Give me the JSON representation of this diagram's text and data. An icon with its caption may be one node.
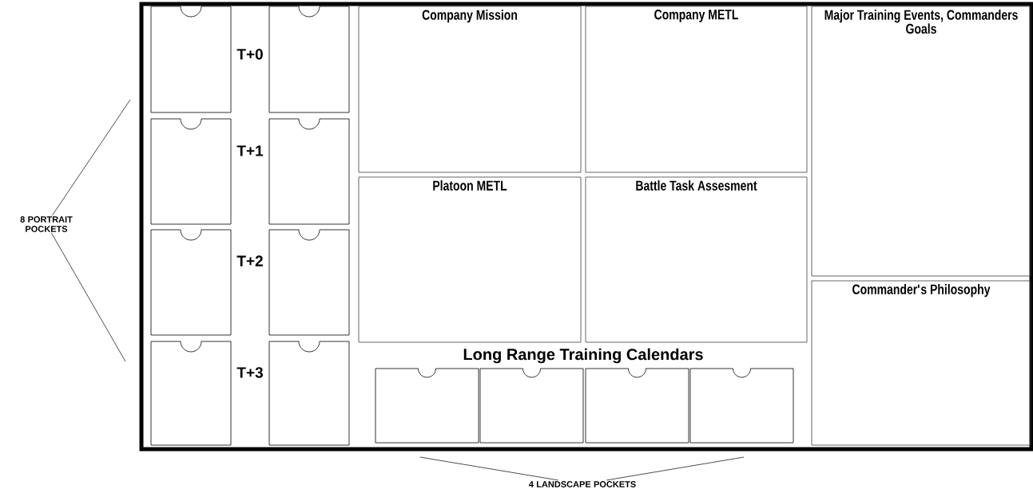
{
  "diagram": {
    "nodes": [
      {
        "text": [
          "8 PORTRAIT POCKETS"
        ]
      },
      {
        "text": [
          "4 LANDSCAPE POCKETS"
        ]
      },
      {
        "text": [],
        "shape": "box"
      },
      {
        "text": [],
        "shape": "box",
        "in": 2
      },
      {
        "text": [],
        "shape": "box",
        "in": 2
      },
      {
        "text": [],
        "shape": "box",
        "in": 2
      },
      {
        "text": [],
        "shape": "box",
        "in": 2
      },
      {
        "text": [],
        "shape": "box",
        "in": 2
      },
      {
        "text": [],
        "shape": "box",
        "in": 2
      },
      {
        "text": [],
        "shape": "box",
        "in": 2
      },
      {
        "text": [],
        "shape": "box",
        "in": 2
      },
      {
        "text": [
          "Company Mission"
        ],
        "in": 2
      },
      {
        "text": [
          "Company METL"
        ],
        "in": 2
      },
      {
        "text": [
          "Major Training Events, Commanders Goals"
        ],
        "in": 2
      },
      {
        "text": [
          "Platoon METL"
        ],
        "in": 2
      },
      {
        "text": [
          "Battle Task Assesment"
        ],
        "in": 2
      },
      {
        "text": [
          "Commander's Philosophy"
        ],
        "in": 2
      },
      {
        "text": [],
        "shape": "box",
        "in": 2
      },
      {
        "text": [],
        "shape": "box",
        "in": 2
      },
      {
        "text": [],
        "shape": "box",
        "in": 2
      },
      {
        "text": [],
        "shape": "box",
        "in": 2
      }
    ],
    "edges": [
      {
        "from": 0,
        "to": 2,
        "arrow": "none"
      },
      {
        "from": 0,
        "to": 2,
        "arrow": "none"
      },
      {
        "from": 1,
        "to": 2,
        "arrow": "none"
      },
      {
        "from": 1,
        "to": 2,
        "arrow": "none"
      }
    ],
    "labels": [
      "T+0",
      "T+1",
      "T+2",
      "T+3",
      "Long Range Training Calendars"
    ]
  }
}
